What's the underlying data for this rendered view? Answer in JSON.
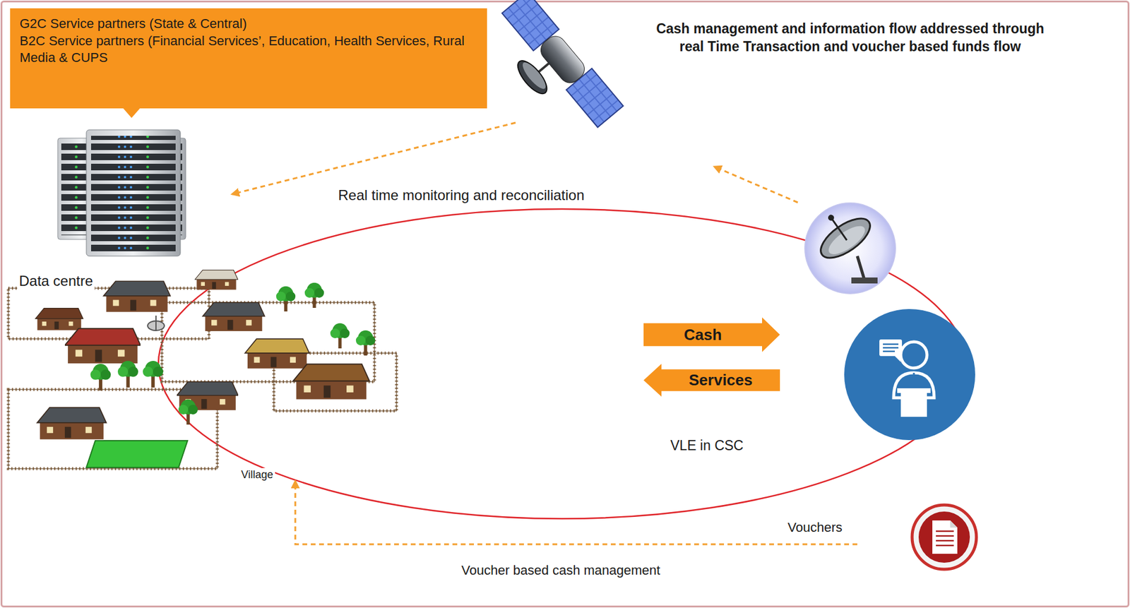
{
  "diagram": {
    "nodes": [
      {
        "text": [
          "G2C Service partners (State & Central)",
          "B2C Service partners (Financial Services’, Education, Health Services, Rural Media & CUPS"
        ]
      },
      {
        "text": [
          "Cash"
        ]
      },
      {
        "text": [
          "Services"
        ]
      },
      {
        "text": [
          "VLE in CSC"
        ]
      }
    ],
    "labels": [
      "Cash management and information flow addressed through real Time Transaction and voucher based funds flow",
      "Real time monitoring and reconciliation",
      "Data centre",
      "Village",
      "Vouchers",
      "Voucher based cash management"
    ]
  }
}
